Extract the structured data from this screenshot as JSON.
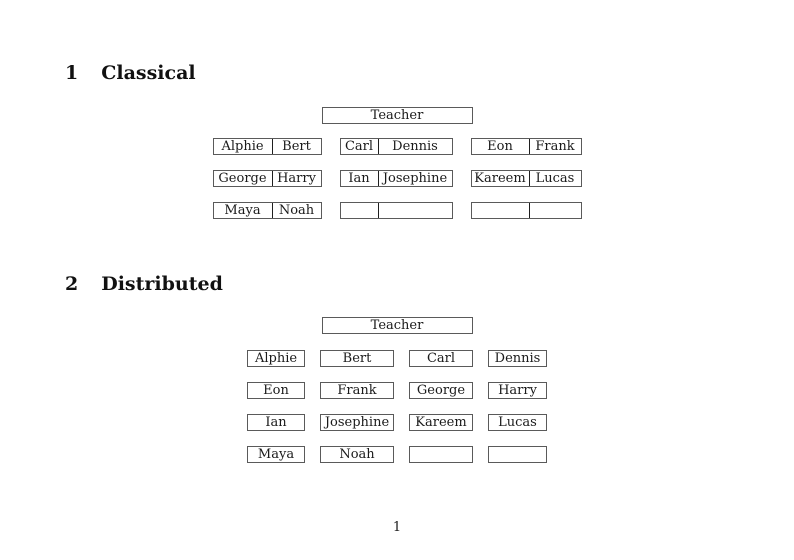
{
  "page_number": "1",
  "colors": {
    "ink": "#1a1a1a",
    "border": "#5a5a5a"
  },
  "sections": [
    {
      "number": "1",
      "title": "Classical",
      "teacher_label": "Teacher",
      "rows": [
        [
          {
            "left": "Alphie",
            "right": "Bert"
          },
          {
            "left": "Carl",
            "right": "Dennis"
          },
          {
            "left": "Eon",
            "right": "Frank"
          }
        ],
        [
          {
            "left": "George",
            "right": "Harry"
          },
          {
            "left": "Ian",
            "right": "Josephine"
          },
          {
            "left": "Kareem",
            "right": "Lucas"
          }
        ],
        [
          {
            "left": "Maya",
            "right": "Noah"
          },
          {
            "left": "",
            "right": ""
          },
          {
            "left": "",
            "right": ""
          }
        ]
      ]
    },
    {
      "number": "2",
      "title": "Distributed",
      "teacher_label": "Teacher",
      "rows": [
        [
          "Alphie",
          "Bert",
          "Carl",
          "Dennis"
        ],
        [
          "Eon",
          "Frank",
          "George",
          "Harry"
        ],
        [
          "Ian",
          "Josephine",
          "Kareem",
          "Lucas"
        ],
        [
          "Maya",
          "Noah",
          "",
          ""
        ]
      ]
    }
  ]
}
